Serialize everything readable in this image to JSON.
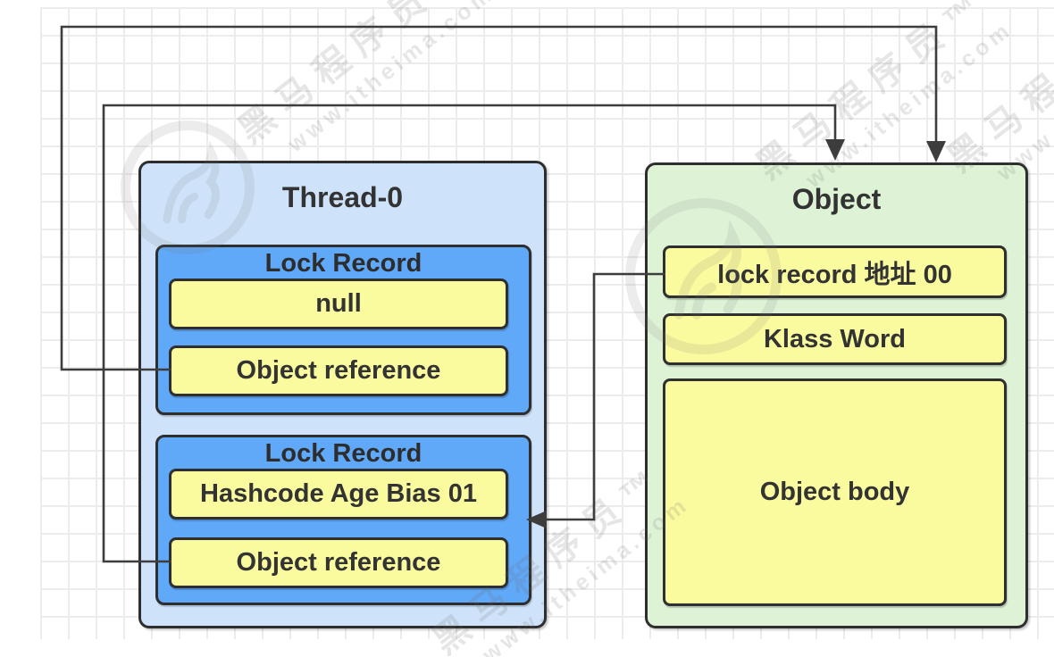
{
  "watermark": {
    "line1": "黑马程序员™",
    "line2": "www.itheima.com"
  },
  "thread": {
    "title": "Thread-0",
    "lock_records": [
      {
        "title": "Lock Record",
        "slots": [
          "null",
          "Object reference"
        ]
      },
      {
        "title": "Lock Record",
        "slots": [
          "Hashcode Age Bias 01",
          "Object reference"
        ]
      }
    ]
  },
  "object": {
    "title": "Object",
    "fields": {
      "mark_word": "lock record 地址 00",
      "klass_word": "Klass Word",
      "body": "Object body"
    }
  },
  "colors": {
    "thread_fill": "#cee3f9",
    "lock_record_fill": "#60a8f8",
    "slot_fill": "#fafa9e",
    "object_fill": "#def3d6",
    "border": "#2e2e2e",
    "connector": "#3d3d3d",
    "grid_line": "#ececec",
    "text": "#333333"
  }
}
